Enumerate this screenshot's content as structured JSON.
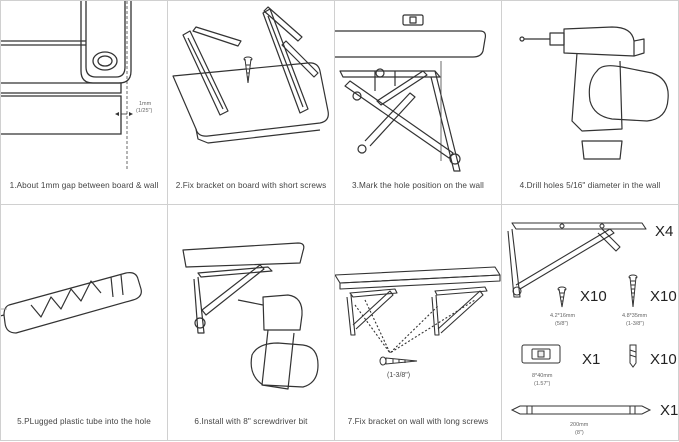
{
  "steps": [
    {
      "caption": "1.About 1mm gap between board & wall",
      "annotation": "1mm",
      "annotation_sub": "(1/25\")"
    },
    {
      "caption": "2.Fix bracket on board with short screws"
    },
    {
      "caption": "3.Mark the hole position on the wall"
    },
    {
      "caption": "4.Drill holes 5/16\" diameter in the wall"
    },
    {
      "caption": "5.PLugged plastic tube into the hole"
    },
    {
      "caption": "6.Install with 8\" screwdriver bit"
    },
    {
      "caption": "7.Fix bracket on wall with long screws",
      "annotation": "(1-3/8\")"
    }
  ],
  "parts": {
    "bracket_qty": "X4",
    "short_screw": {
      "qty": "X10",
      "size": "4.2*16mm",
      "size_in": "(5/8\")"
    },
    "long_screw": {
      "qty": "X10",
      "size": "4.8*35mm",
      "size_in": "(1-3/8\")"
    },
    "level": {
      "qty": "X1",
      "size": "8*40mm",
      "size_in": "(1.57\")"
    },
    "anchor": {
      "qty": "X10"
    },
    "bit": {
      "qty": "X1",
      "size": "200mm",
      "size_in": "(8\")"
    }
  }
}
